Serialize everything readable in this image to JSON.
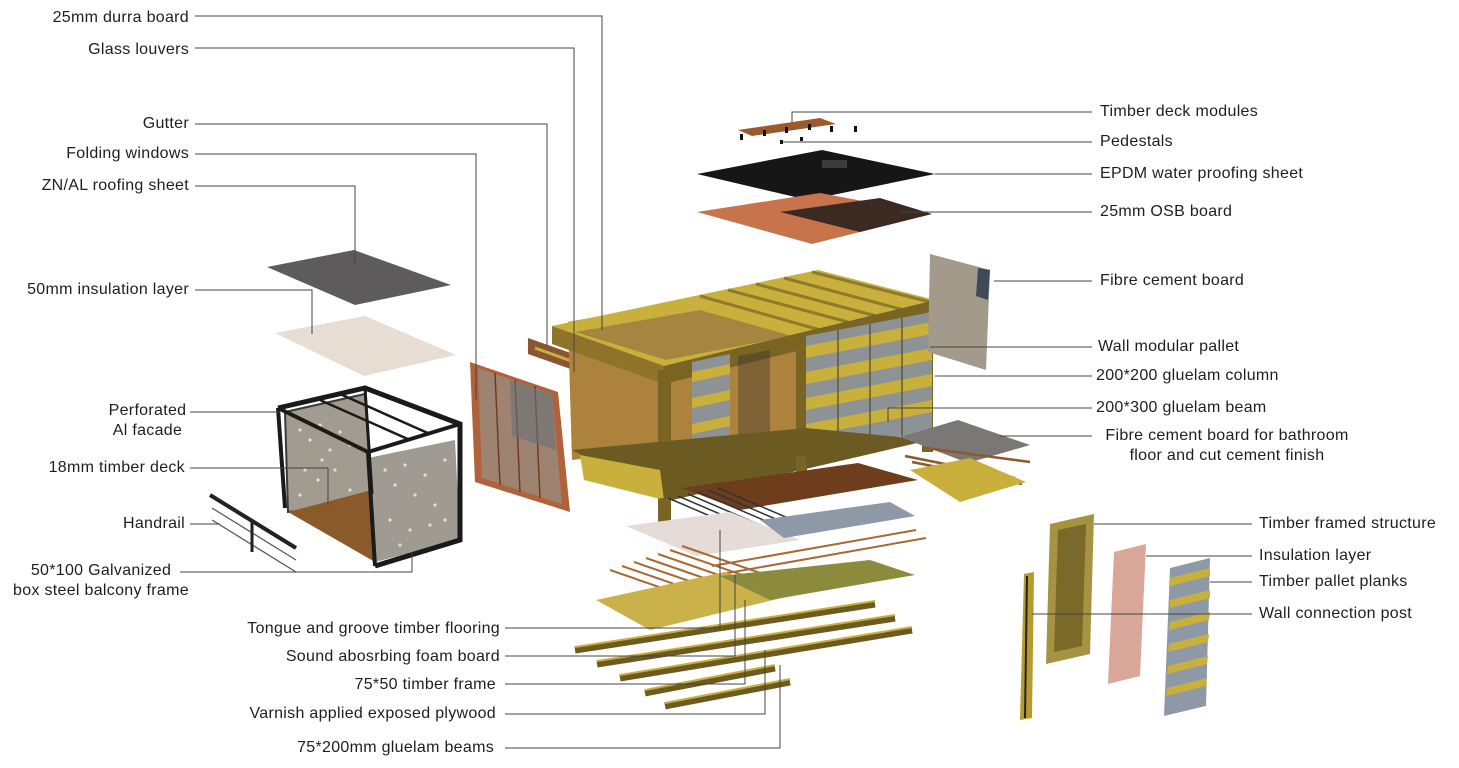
{
  "labels": {
    "durra_board": "25mm durra board",
    "glass_louvers": "Glass louvers",
    "gutter": "Gutter",
    "folding_windows": "Folding windows",
    "roofing_sheet": "ZN/AL roofing sheet",
    "insulation_layer_50": "50mm insulation layer",
    "perforated_facade_1": "Perforated",
    "perforated_facade_2": "Al facade",
    "timber_deck_18": "18mm timber deck",
    "handrail": "Handrail",
    "balcony_frame_1": "50*100 Galvanized",
    "balcony_frame_2": "box steel balcony frame",
    "tongue_groove": "Tongue and groove timber flooring",
    "foam_board": "Sound abosrbing foam board",
    "timber_frame_75x50": "75*50 timber frame",
    "varnish_plywood": "Varnish applied exposed plywood",
    "gluelam_beams_75x200": "75*200mm gluelam beams",
    "timber_deck_modules": "Timber deck modules",
    "pedestals": "Pedestals",
    "epdm": "EPDM water proofing sheet",
    "osb_board": "25mm OSB board",
    "fibre_cement_board": "Fibre cement board",
    "wall_modular_pallet": "Wall modular pallet",
    "gluelam_column": "200*200 gluelam column",
    "gluelam_beam": "200*300 gluelam beam",
    "bathroom_board_1": "Fibre cement board for bathroom",
    "bathroom_board_2": "floor and cut cement finish",
    "timber_framed_structure": "Timber framed structure",
    "insulation_layer": "Insulation layer",
    "timber_pallet_planks": "Timber pallet planks",
    "wall_connection_post": "Wall connection post"
  },
  "colors": {
    "leader_line": "#444444",
    "timber_yellow": "#c9b03c",
    "timber_dark": "#6d5a1f",
    "timber_brown": "#8a5a2b",
    "roof_grey": "#5d5b5b",
    "insulation_pale": "#e8ddd3",
    "steel_black": "#1a1a1a",
    "perforated_grey": "#9a958c",
    "epdm_black": "#161616",
    "osb_orange": "#c7744c",
    "fibre_cement": "#a39a8c",
    "insulation_pink": "#d8a79a",
    "foam_pale": "#e5dcd8",
    "blue_grey": "#8e99a8"
  }
}
